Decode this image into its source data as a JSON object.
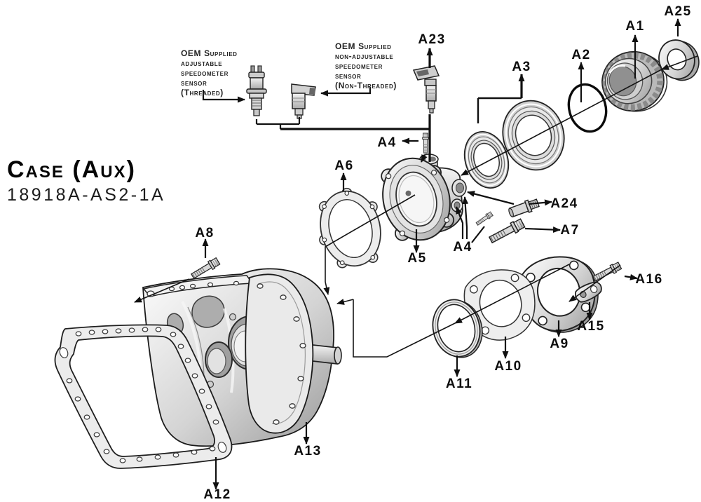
{
  "colors": {
    "background": "#ffffff",
    "line_ink": "#111111",
    "metal_light": "#f7f7f7",
    "metal_mid": "#cfcfcf",
    "metal_dark": "#9e9e9e"
  },
  "title": {
    "text": "Case (Aux)",
    "part_number": "18918A-AS2-1A"
  },
  "notes": {
    "threaded": {
      "lines": [
        "OEM Supplied",
        "adjustable",
        "speedometer",
        "sensor",
        "(Threaded)"
      ]
    },
    "non_threaded": {
      "lines": [
        "OEM Supplied",
        "non-adjustable",
        "speedometer",
        "sensor",
        "(Non-Threaded)"
      ]
    }
  },
  "part_labels": {
    "a1": "A1",
    "a2": "A2",
    "a3": "A3",
    "a4": "A4",
    "a5": "A5",
    "a6": "A6",
    "a7": "A7",
    "a8": "A8",
    "a9": "A9",
    "a10": "A10",
    "a11": "A11",
    "a12": "A12",
    "a13": "A13",
    "a15": "A15",
    "a16": "A16",
    "a23": "A23",
    "a24": "A24",
    "a25": "A25"
  }
}
